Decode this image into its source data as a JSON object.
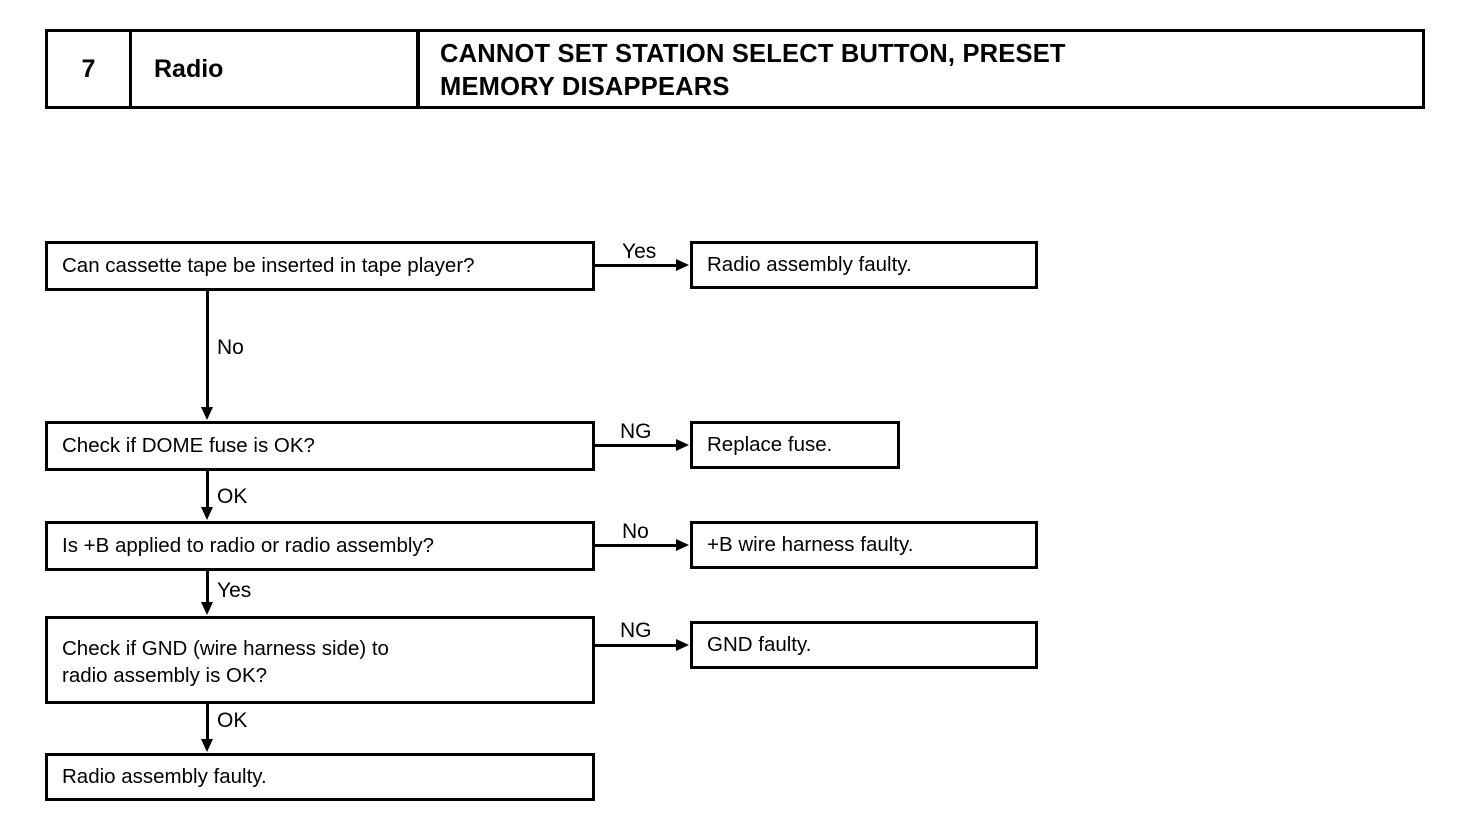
{
  "header": {
    "number": "7",
    "system": "Radio",
    "title_lines": [
      "CANNOT SET STATION SELECT BUTTON, PRESET",
      "MEMORY DISAPPEARS"
    ]
  },
  "flowchart": {
    "steps": [
      {
        "id": "q1",
        "type": "question",
        "text": "Can cassette tape be inserted in tape player?",
        "branch_right_label": "Yes",
        "branch_down_label": "No"
      },
      {
        "id": "q2",
        "type": "question",
        "text": "Check if DOME fuse is OK?",
        "branch_right_label": "NG",
        "branch_down_label": "OK"
      },
      {
        "id": "q3",
        "type": "question",
        "text": "Is +B applied to radio or radio assembly?",
        "branch_right_label": "No",
        "branch_down_label": "Yes"
      },
      {
        "id": "q4",
        "type": "question",
        "text": "Check if GND (wire harness side) to\nradio assembly is OK?",
        "branch_right_label": "NG",
        "branch_down_label": "OK"
      },
      {
        "id": "q5",
        "type": "result",
        "text": "Radio assembly faulty."
      }
    ],
    "results": [
      {
        "id": "r1",
        "text": "Radio assembly faulty."
      },
      {
        "id": "r2",
        "text": "Replace fuse."
      },
      {
        "id": "r3",
        "text": "+B wire harness faulty."
      },
      {
        "id": "r4",
        "text": "GND faulty."
      }
    ]
  },
  "colors": {
    "ink": "#000000",
    "paper": "#ffffff"
  }
}
